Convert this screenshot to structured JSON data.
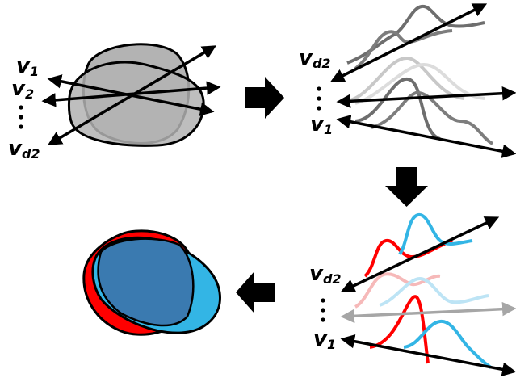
{
  "diagram": {
    "panels": [
      {
        "id": "input-blobs",
        "vector_labels": [
          {
            "base": "v",
            "sub": "1"
          },
          {
            "base": "v",
            "sub": "2"
          },
          {
            "base": "v",
            "sub": "d2"
          }
        ]
      },
      {
        "id": "gray-projections",
        "vector_labels": [
          {
            "base": "v",
            "sub": "d2"
          },
          {
            "base": "v",
            "sub": "1"
          }
        ]
      },
      {
        "id": "colored-projections",
        "vector_labels": [
          {
            "base": "v",
            "sub": "d2"
          },
          {
            "base": "v",
            "sub": "1"
          }
        ]
      },
      {
        "id": "output-blobs"
      }
    ],
    "colors": {
      "gray_blob": "#b3b3b3",
      "red": "#ff0000",
      "blue": "#33b5e5",
      "overlap": "#3a7ab0",
      "arrow": "#000000",
      "faded_arrow": "#a6a6a6"
    }
  }
}
